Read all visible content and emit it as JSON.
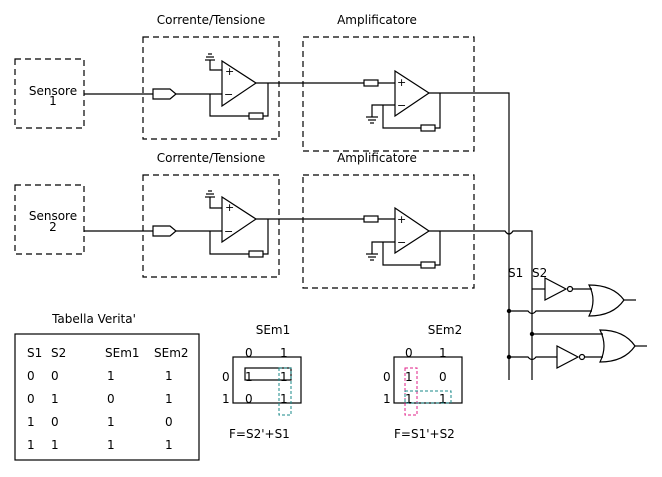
{
  "stage1": {
    "sensor1_label": "Sensore",
    "sensor1_num": "1",
    "sensor2_label": "Sensore",
    "sensor2_num": "2",
    "converter1_title": "Corrente/Tensione",
    "converter2_title": "Corrente/Tensione",
    "amp1_title": "Amplificatore",
    "amp2_title": "Amplificatore",
    "plus": "+",
    "minus": "−"
  },
  "logic": {
    "bus1_label": "S1",
    "bus2_label": "S2"
  },
  "truth_table": {
    "title": "Tabella Verita'",
    "headers": [
      "S1",
      "S2",
      "SEm1",
      "SEm2"
    ],
    "rows": [
      [
        "0",
        "0",
        "1",
        "1"
      ],
      [
        "0",
        "1",
        "0",
        "1"
      ],
      [
        "1",
        "0",
        "1",
        "0"
      ],
      [
        "1",
        "1",
        "1",
        "1"
      ]
    ]
  },
  "kmap1": {
    "title": "SEm1",
    "col_labels": [
      "0",
      "1"
    ],
    "row_labels": [
      "0",
      "1"
    ],
    "cells": [
      [
        "1",
        "1"
      ],
      [
        "0",
        "1"
      ]
    ],
    "formula": "F=S2'+S1",
    "group_colors": [
      "#000000",
      "#1a8a8a"
    ]
  },
  "kmap2": {
    "title": "SEm2",
    "col_labels": [
      "0",
      "1"
    ],
    "row_labels": [
      "0",
      "1"
    ],
    "cells": [
      [
        "1",
        "0"
      ],
      [
        "1",
        "1"
      ]
    ],
    "formula": "F=S1'+S2",
    "group_colors": [
      "#e0208a",
      "#1a8a8a"
    ]
  }
}
